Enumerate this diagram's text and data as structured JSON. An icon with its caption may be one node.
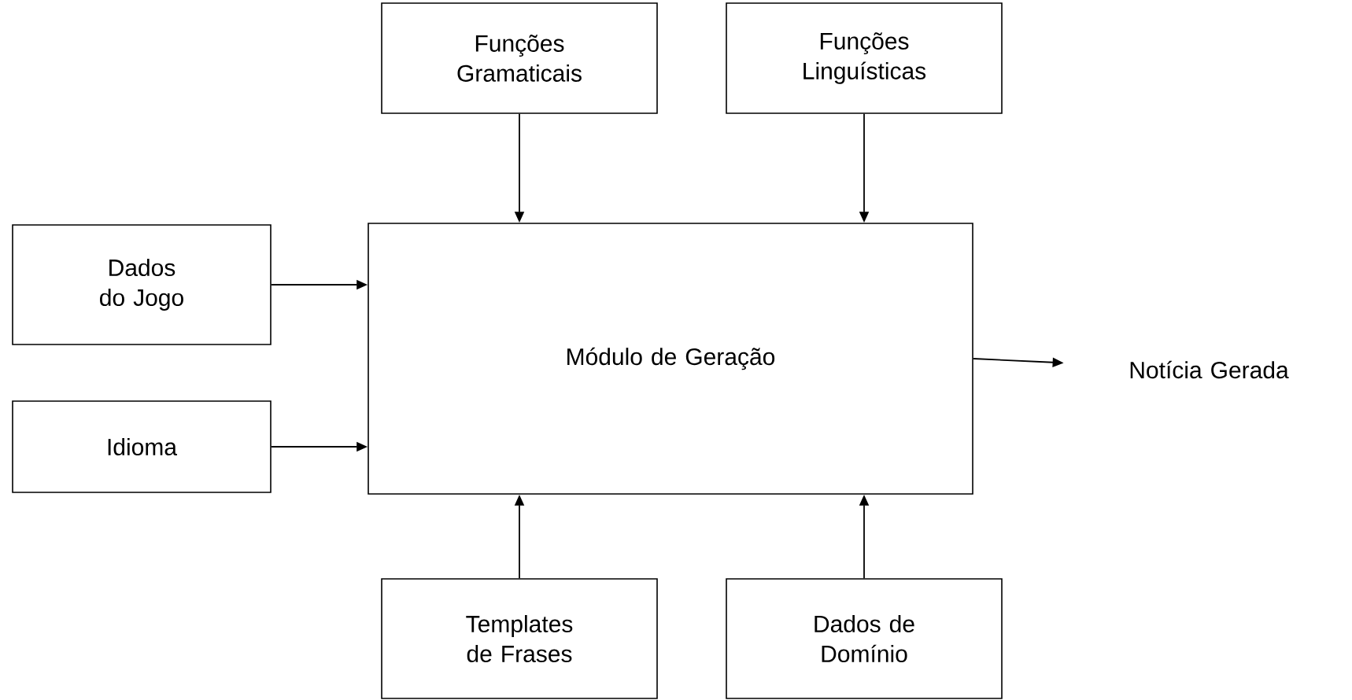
{
  "diagram": {
    "nodes": [
      {
        "text": [
          "Funções Gramaticais"
        ]
      },
      {
        "text": [
          "Funções Linguísticas"
        ]
      },
      {
        "text": [
          "Dados do Jogo"
        ]
      },
      {
        "text": [
          "Módulo de Geração"
        ]
      },
      {
        "text": [
          "Idioma"
        ]
      },
      {
        "text": [
          "Notícia Gerada"
        ]
      },
      {
        "text": [
          "Templates de Frases"
        ]
      },
      {
        "text": [
          "Dados de Domínio"
        ]
      }
    ],
    "edges": [
      {
        "from": 0,
        "to": 3,
        "arrow": "to"
      },
      {
        "from": 1,
        "to": 3,
        "arrow": "to"
      },
      {
        "from": 2,
        "to": 3,
        "arrow": "to"
      },
      {
        "from": 4,
        "to": 3,
        "arrow": "to"
      },
      {
        "from": 3,
        "to": 5,
        "arrow": "to"
      },
      {
        "from": 6,
        "to": 3,
        "arrow": "to"
      },
      {
        "from": 7,
        "to": 3,
        "arrow": "to"
      }
    ]
  }
}
